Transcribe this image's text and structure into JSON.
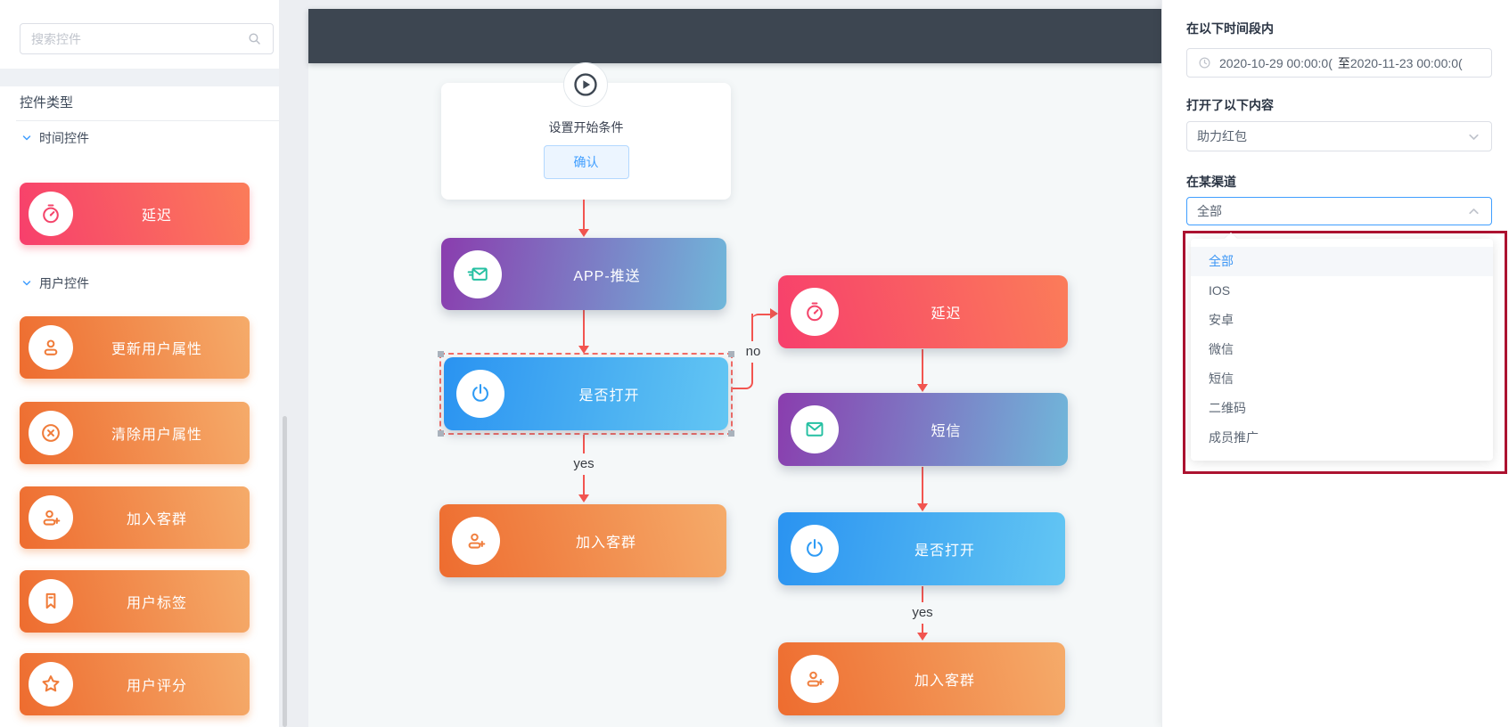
{
  "sidebar": {
    "search": {
      "placeholder": "搜索控件"
    },
    "title": "控件类型",
    "groups": [
      {
        "label": "时间控件"
      },
      {
        "label": "用户控件"
      }
    ],
    "widgets": [
      {
        "label": "延迟"
      },
      {
        "label": "更新用户属性"
      },
      {
        "label": "清除用户属性"
      },
      {
        "label": "加入客群"
      },
      {
        "label": "用户标签"
      },
      {
        "label": "用户评分"
      }
    ]
  },
  "canvas": {
    "start": {
      "title": "设置开始条件",
      "confirm": "确认"
    },
    "nodes": [
      {
        "label": "APP-推送"
      },
      {
        "label": "是否打开"
      },
      {
        "label": "加入客群"
      },
      {
        "label": "延迟"
      },
      {
        "label": "短信"
      },
      {
        "label": "是否打开"
      },
      {
        "label": "加入客群"
      }
    ],
    "labels": {
      "yes": "yes",
      "no": "no"
    }
  },
  "panel": {
    "time_label": "在以下时间段内",
    "time_start": "2020-10-29 00:00:0(",
    "time_separator": "至",
    "time_end": "2020-11-23 00:00:0(",
    "content_label": "打开了以下内容",
    "content_value": "助力红包",
    "channel_label": "在某渠道",
    "channel_value": "全部",
    "channel_options": [
      {
        "label": "全部",
        "selected": true
      },
      {
        "label": "IOS"
      },
      {
        "label": "安卓"
      },
      {
        "label": "微信"
      },
      {
        "label": "短信"
      },
      {
        "label": "二维码"
      },
      {
        "label": "成员推广"
      }
    ]
  },
  "colors": {
    "accent_blue": "#409eff",
    "connector_red": "#f25550",
    "highlight_border": "#ac1230",
    "header_dark": "#3d4651",
    "gradient_pink": "#f73f6c,#fb7c59",
    "gradient_orange": "#ee6c2f,#f5ab6a",
    "gradient_purple": "#8a3dae,#70b7da",
    "gradient_blue": "#2a93f1,#63c6f3"
  }
}
